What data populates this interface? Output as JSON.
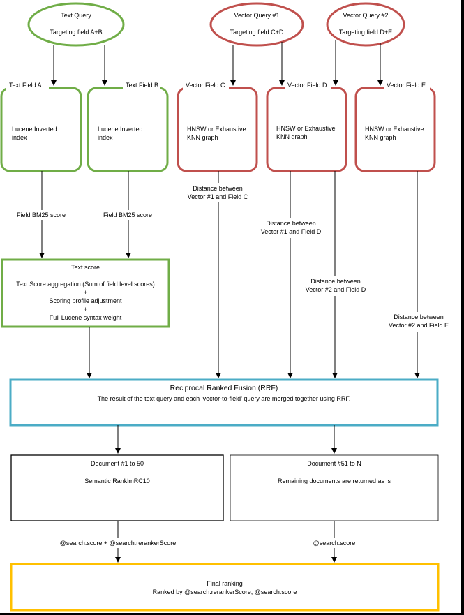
{
  "nodes": {
    "text_query": {
      "title": "Text Query",
      "subtitle": "Targeting field A+B"
    },
    "vector_query_1": {
      "title": "Vector Query #1",
      "subtitle": "Targeting field C+D"
    },
    "vector_query_2": {
      "title": "Vector Query #2",
      "subtitle": "Targeting field D+E"
    },
    "field_a": {
      "label": "Text Field A",
      "line1": "Lucene Inverted",
      "line2": "index"
    },
    "field_b": {
      "label": "Text Field B",
      "line1": "Lucene Inverted",
      "line2": "index"
    },
    "field_c": {
      "label": "Vector Field C",
      "line1": "HNSW or Exhaustive",
      "line2": "KNN graph"
    },
    "field_d": {
      "label": "Vector Field D",
      "line1": "HNSW or Exhaustive",
      "line2": "KNN graph"
    },
    "field_e": {
      "label": "Vector Field E",
      "line1": "HNSW or Exhaustive",
      "line2": "KNN graph"
    },
    "text_score": {
      "title": "Text score",
      "line1": "Text Score aggregation (Sum of field level scores)",
      "line2": "+",
      "line3": "Scoring profile adjustment",
      "line4": "+",
      "line5": "Full Lucene syntax weight"
    },
    "rrf": {
      "title": "Reciprocal Ranked Fusion (RRF)",
      "description": "The result of the text query and each ‘vector-to-field’ query are merged together using RRF."
    },
    "docs_top": {
      "title": "Document #1 to 50",
      "body": "Semantic RanklmRC10"
    },
    "docs_rest": {
      "title": "Document #51 to N",
      "body": "Remaining documents are returned as is"
    },
    "final": {
      "title": "Final ranking",
      "body": "Ranked by @search.rerankerScore, @search.score"
    }
  },
  "edge_labels": {
    "bm25_a": "Field BM25 score",
    "bm25_b": "Field BM25 score",
    "dist_1c": {
      "line1": "Distance between",
      "line2": "Vector #1 and Field C"
    },
    "dist_1d": {
      "line1": "Distance between",
      "line2": "Vector #1 and Field D"
    },
    "dist_2d": {
      "line1": "Distance between",
      "line2": "Vector #2 and Field D"
    },
    "dist_2e": {
      "line1": "Distance between",
      "line2": "Vector #2 and Field E"
    },
    "score_top": "@search.score + @search.rerankerScore",
    "score_rest": "@search.score"
  },
  "colors": {
    "text_green": "#70AD47",
    "vector_red": "#C0504D",
    "rrf_blue": "#4BACC6",
    "final_gold": "#FFC000",
    "black": "#000000"
  }
}
